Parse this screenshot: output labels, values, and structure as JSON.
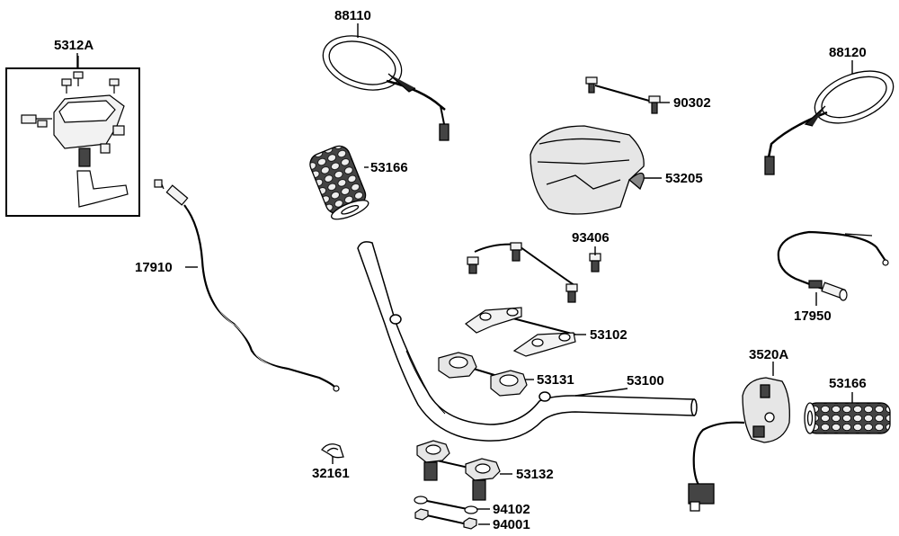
{
  "callouts": {
    "p5312a": "5312A",
    "p88110": "88110",
    "p88120": "88120",
    "p90302": "90302",
    "p53166_grip_left": "53166",
    "p53205": "53205",
    "p93406": "93406",
    "p17910": "17910",
    "p17950": "17950",
    "p53102": "53102",
    "p53131": "53131",
    "p53100": "53100",
    "p3520a": "3520A",
    "p53166_grip_right": "53166",
    "p32161": "32161",
    "p53132": "53132",
    "p94102": "94102",
    "p94001": "94001"
  },
  "colors": {
    "line": "#000000",
    "part_fill": "#f2f2f2",
    "part_shade": "#d0d0d0",
    "dark": "#444444"
  }
}
